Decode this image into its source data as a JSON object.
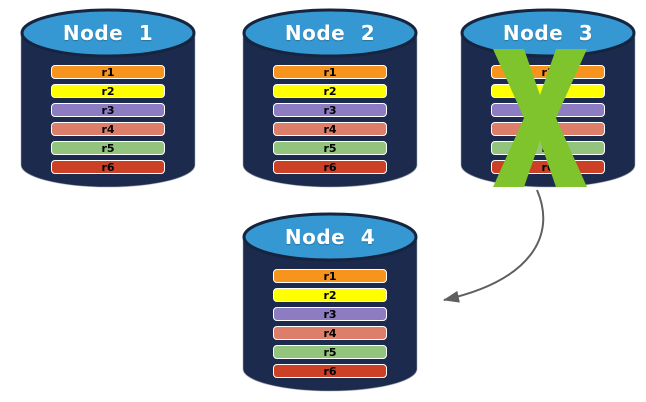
{
  "nodes": [
    {
      "label": "Node 1",
      "failed": false,
      "records": [
        "r1",
        "r2",
        "r3",
        "r4",
        "r5",
        "r6"
      ]
    },
    {
      "label": "Node 2",
      "failed": false,
      "records": [
        "r1",
        "r2",
        "r3",
        "r4",
        "r5",
        "r6"
      ]
    },
    {
      "label": "Node 3",
      "failed": true,
      "records": [
        "r1",
        "r2",
        "r3",
        "r4",
        "r5",
        "r6"
      ]
    },
    {
      "label": "Node 4",
      "failed": false,
      "records": [
        "r1",
        "r2",
        "r3",
        "r4",
        "r5",
        "r6"
      ]
    }
  ],
  "record_colors": {
    "r1": "#F7941E",
    "r2": "#FFFF00",
    "r3": "#8E7CC3",
    "r4": "#DD7E6B",
    "r5": "#93C47D",
    "r6": "#CC4125"
  },
  "colors": {
    "cylinder-body": "#1C2B4D",
    "cylinder-top": "#3598D2",
    "cylinder-ring": "#15243F",
    "bar-border": "#FFFFFF",
    "bar-text": "#000000",
    "fail-x": "#7FC42C",
    "arrow": "#5F5F5F",
    "background": "#FFFFFF"
  },
  "arrow": {
    "from": "Node 3",
    "to": "Node 4"
  }
}
